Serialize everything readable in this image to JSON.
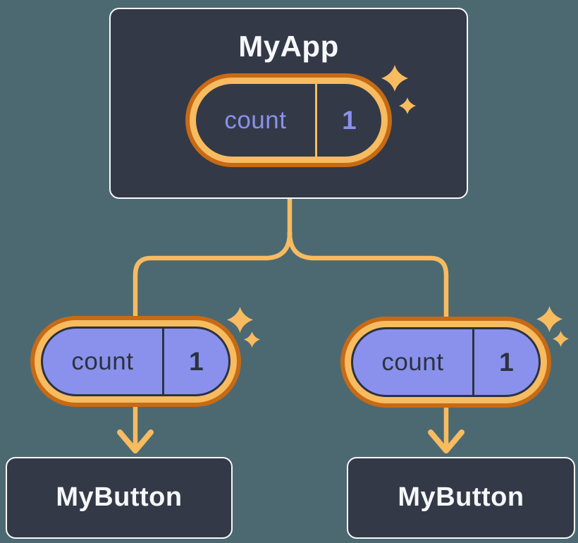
{
  "diagram": {
    "description": "React component tree passing state down as props",
    "root": {
      "title": "MyApp",
      "state_pill": {
        "label": "count",
        "value": "1"
      }
    },
    "children": [
      {
        "title": "MyButton",
        "prop_pill": {
          "label": "count",
          "value": "1"
        }
      },
      {
        "title": "MyButton",
        "prop_pill": {
          "label": "count",
          "value": "1"
        }
      }
    ]
  },
  "icons": {
    "sparkle": "four-point-star"
  },
  "colors": {
    "background": "#4C6972",
    "card_background": "#333947",
    "card_border": "#F8F9FB",
    "card_text": "#F6F7F9",
    "ring_dark_orange": "#C76A15",
    "ring_light_orange": "#F7BB60",
    "connector_orange": "#F7BB60",
    "pill_purple": "#8A91EC",
    "pill_dark_text": "#2B3240"
  }
}
